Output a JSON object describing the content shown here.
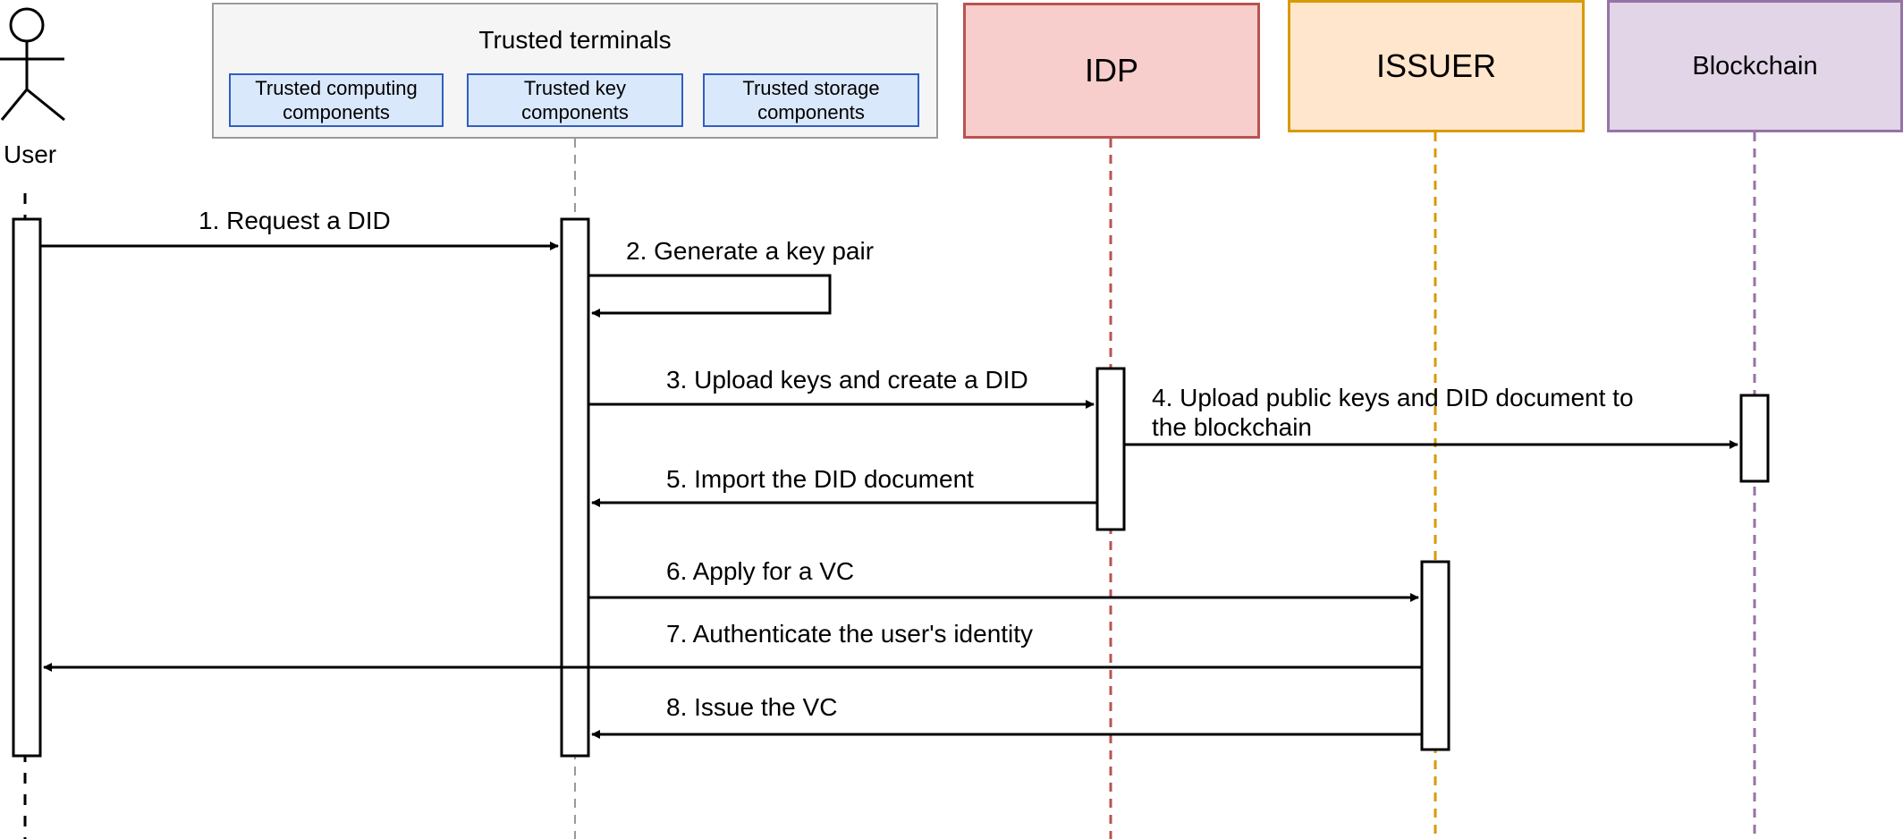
{
  "participants": {
    "user": {
      "label": "User"
    },
    "terminals": {
      "label": "Trusted terminals",
      "components": [
        "Trusted computing\ncomponents",
        "Trusted key\ncomponents",
        "Trusted storage\ncomponents"
      ]
    },
    "idp": {
      "label": "IDP",
      "fill": "#f8cecc",
      "stroke": "#b85450"
    },
    "issuer": {
      "label": "ISSUER",
      "fill": "#ffe6cc",
      "stroke": "#d79b00"
    },
    "blockchain": {
      "label": "Blockchain",
      "fill": "#e1d5e7",
      "stroke": "#9673a6"
    }
  },
  "messages": [
    "1. Request a DID",
    "2. Generate a key pair",
    "3. Upload keys and create a DID",
    "4. Upload public keys and DID document to\nthe blockchain",
    "5. Import the DID document",
    "6. Apply for a VC",
    "7. Authenticate the user's identity",
    "8. Issue the VC"
  ]
}
